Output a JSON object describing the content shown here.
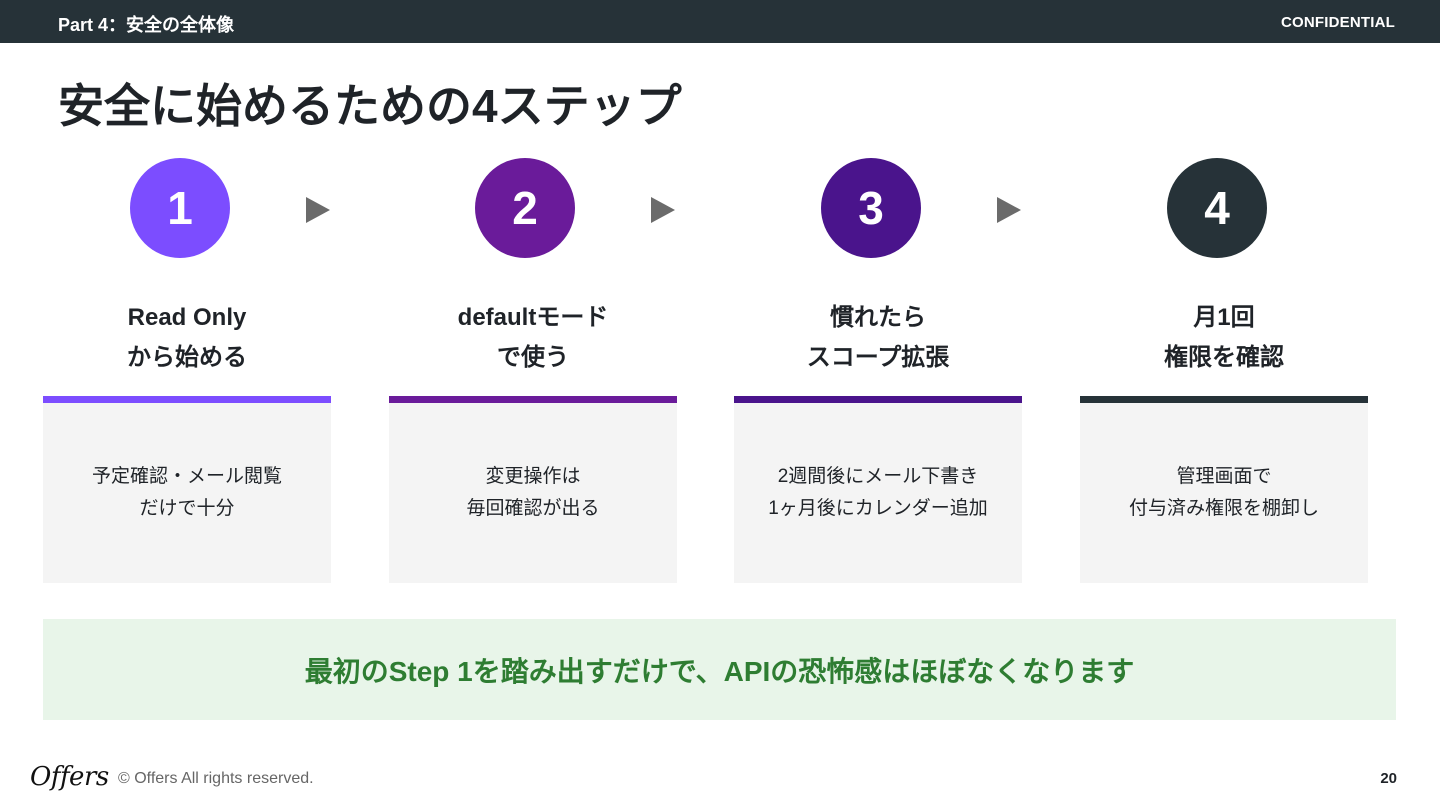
{
  "header": {
    "part_label": "Part 4：安全の全体像",
    "confidential": "CONFIDENTIAL"
  },
  "title": "安全に始めるための4ステップ",
  "steps": [
    {
      "number": "1",
      "color": "#7c4dff",
      "heading": [
        "Read Only",
        "から始める"
      ],
      "body": [
        "予定確認・メール閲覧",
        "だけで十分"
      ]
    },
    {
      "number": "2",
      "color": "#6a1b9a",
      "heading": [
        "defaultモード",
        "で使う"
      ],
      "body": [
        "変更操作は",
        "毎回確認が出る"
      ]
    },
    {
      "number": "3",
      "color": "#4a148c",
      "heading": [
        "慣れたら",
        "スコープ拡張"
      ],
      "body": [
        "2週間後にメール下書き",
        "1ヶ月後にカレンダー追加"
      ]
    },
    {
      "number": "4",
      "color": "#263238",
      "heading": [
        "月1回",
        "権限を確認"
      ],
      "body": [
        "管理画面で",
        "付与済み権限を棚卸し"
      ]
    }
  ],
  "banner": "最初のStep 1を踏み出すだけで、APIの恐怖感はほぼなくなります",
  "footer": {
    "logo": "Offers",
    "copyright": "© Offers All rights reserved.",
    "page_number": "20"
  }
}
